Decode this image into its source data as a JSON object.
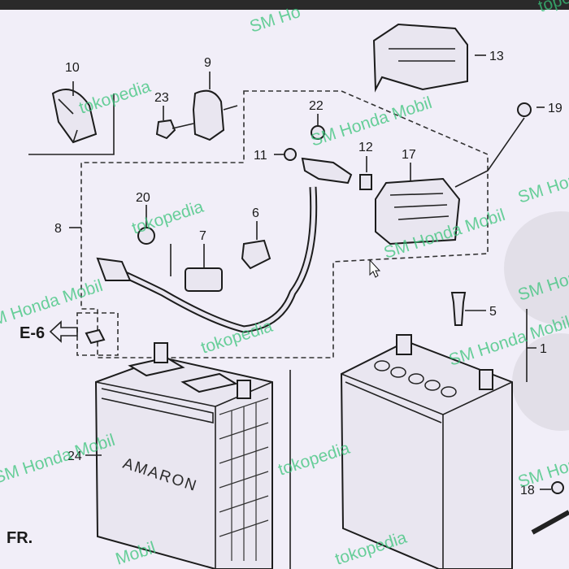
{
  "watermarks": [
    "SM Ho",
    "tokopedia",
    "SM Honda Mobil",
    "tokopedia",
    "SM Honda Mobil",
    "tokopedia",
    "SM Honda Mobil",
    "tokopedia",
    "SM Honda Mobil",
    "SM Honda Mobil",
    "tokopedia",
    "SM Honda Mobil",
    "Mobil",
    "topedia",
    "SM Honda Mobil",
    "SM Honda Mobil"
  ],
  "callouts": {
    "p1": "1",
    "p5": "5",
    "p6": "6",
    "p7": "7",
    "p8": "8",
    "p9": "9",
    "p10": "10",
    "p11": "11",
    "p12": "12",
    "p13": "13",
    "p17": "17",
    "p18": "18",
    "p19": "19",
    "p20": "20",
    "p22": "22",
    "p23": "23",
    "p24": "24"
  },
  "ref_label": "E-6",
  "battery_brand": "AMARON",
  "front_marker": "FR."
}
